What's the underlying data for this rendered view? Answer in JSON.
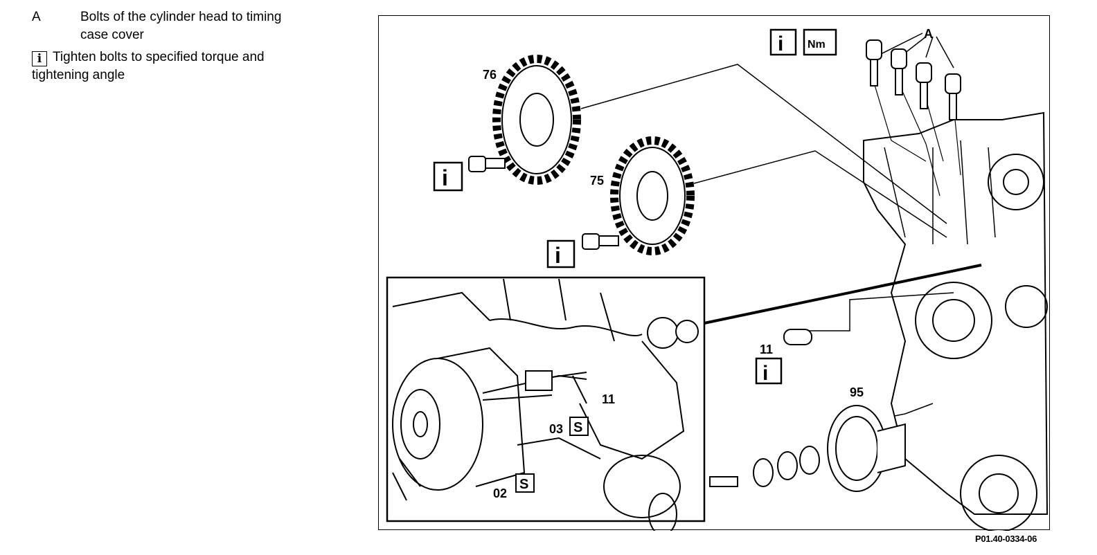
{
  "legend": {
    "item_a": {
      "key": "A",
      "text_line1": "Bolts of the cylinder head to timing",
      "text_line2": "case cover"
    },
    "note": {
      "icon_glyph": "i",
      "text_line1": "Tighten bolts to specified torque and",
      "text_line2": "tightening angle"
    }
  },
  "figure": {
    "callouts": {
      "a": "A",
      "part_76": "76",
      "part_75": "75",
      "part_11": "11",
      "part_95": "95",
      "inset_11": "11",
      "inset_03": "03",
      "inset_02": "02"
    },
    "symbols": {
      "info_glyph": "i",
      "torque_glyph": "Nm",
      "tool_glyph": "S"
    },
    "code": "P01.40-0334-06"
  }
}
